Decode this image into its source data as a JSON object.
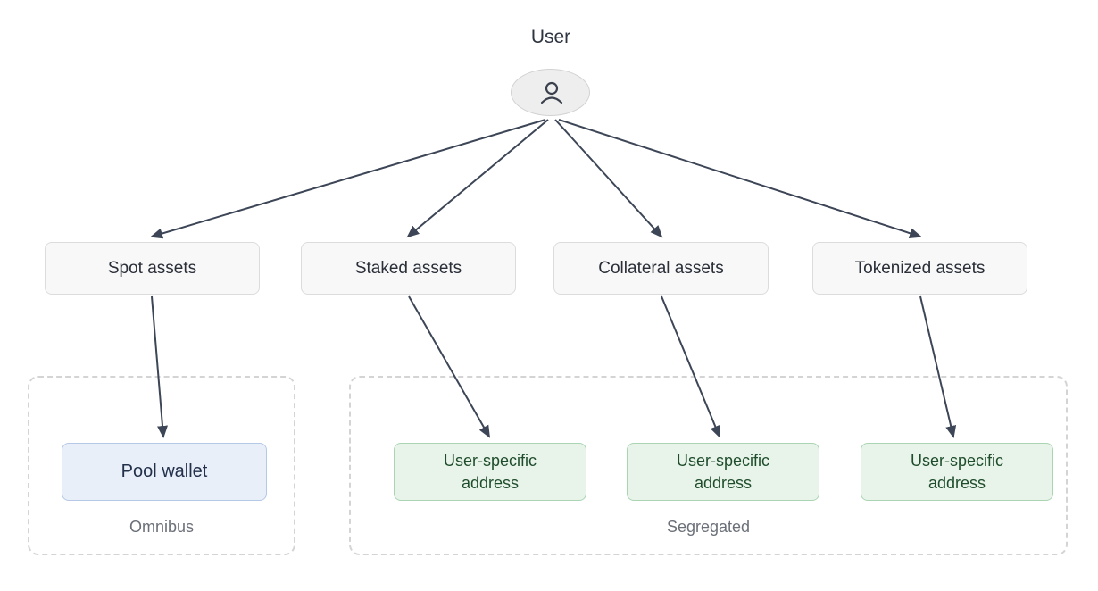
{
  "diagram": {
    "user_label": "User",
    "assets": [
      {
        "label": "Spot assets"
      },
      {
        "label": "Staked assets"
      },
      {
        "label": "Collateral assets"
      },
      {
        "label": "Tokenized assets"
      }
    ],
    "omnibus": {
      "label": "Omnibus",
      "wallet_label": "Pool wallet"
    },
    "segregated": {
      "label": "Segregated",
      "addresses": [
        {
          "label": "User-specific address"
        },
        {
          "label": "User-specific address"
        },
        {
          "label": "User-specific address"
        }
      ]
    },
    "edges": [
      {
        "from": "User",
        "to": "Spot assets"
      },
      {
        "from": "User",
        "to": "Staked assets"
      },
      {
        "from": "User",
        "to": "Collateral assets"
      },
      {
        "from": "User",
        "to": "Tokenized assets"
      },
      {
        "from": "Spot assets",
        "to": "Pool wallet"
      },
      {
        "from": "Staked assets",
        "to": "User-specific address"
      },
      {
        "from": "Collateral assets",
        "to": "User-specific address"
      },
      {
        "from": "Tokenized assets",
        "to": "User-specific address"
      }
    ],
    "colors": {
      "arrow": "#3d4656",
      "pool_fill": "#e9eff9",
      "address_fill": "#e8f4ea",
      "asset_fill": "#f8f8f8"
    },
    "icons": {
      "user": "person-icon"
    }
  }
}
